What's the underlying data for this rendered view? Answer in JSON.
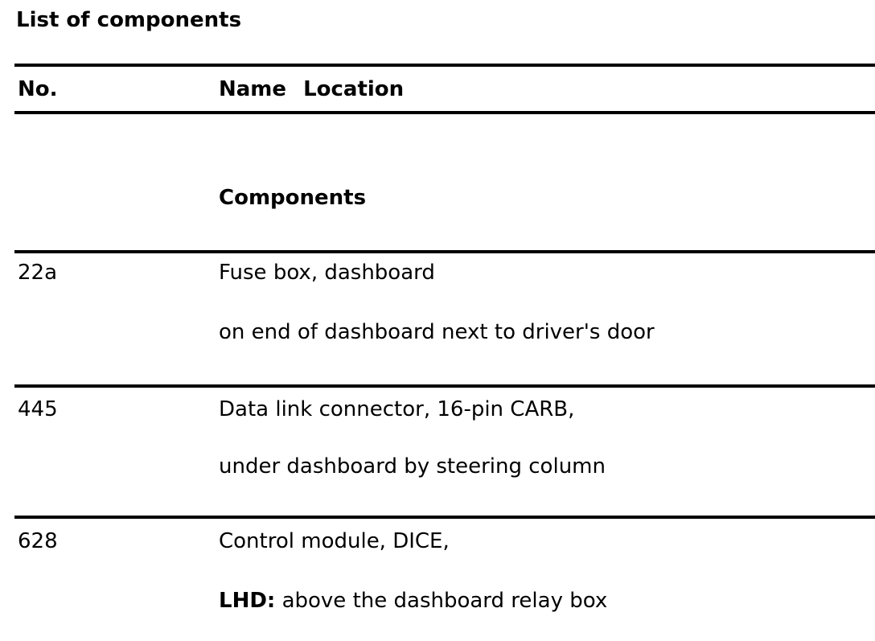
{
  "page": {
    "background": "#ffffff",
    "text_color": "#000000",
    "rule_color": "#000000"
  },
  "title": "List of components",
  "table": {
    "header": {
      "no": "No.",
      "name_location": "Name Location"
    },
    "section_label": "Components",
    "rows": [
      {
        "no": "22a",
        "name": "Fuse box, dashboard",
        "location": "on end of dashboard next to driver's door"
      },
      {
        "no": "445",
        "name": "Data link connector, 16-pin CARB,",
        "location": "under dashboard by steering column"
      },
      {
        "no": "628",
        "name": "Control module, DICE,",
        "location_prefix": "LHD:",
        "location": "above the dashboard relay box"
      }
    ]
  }
}
